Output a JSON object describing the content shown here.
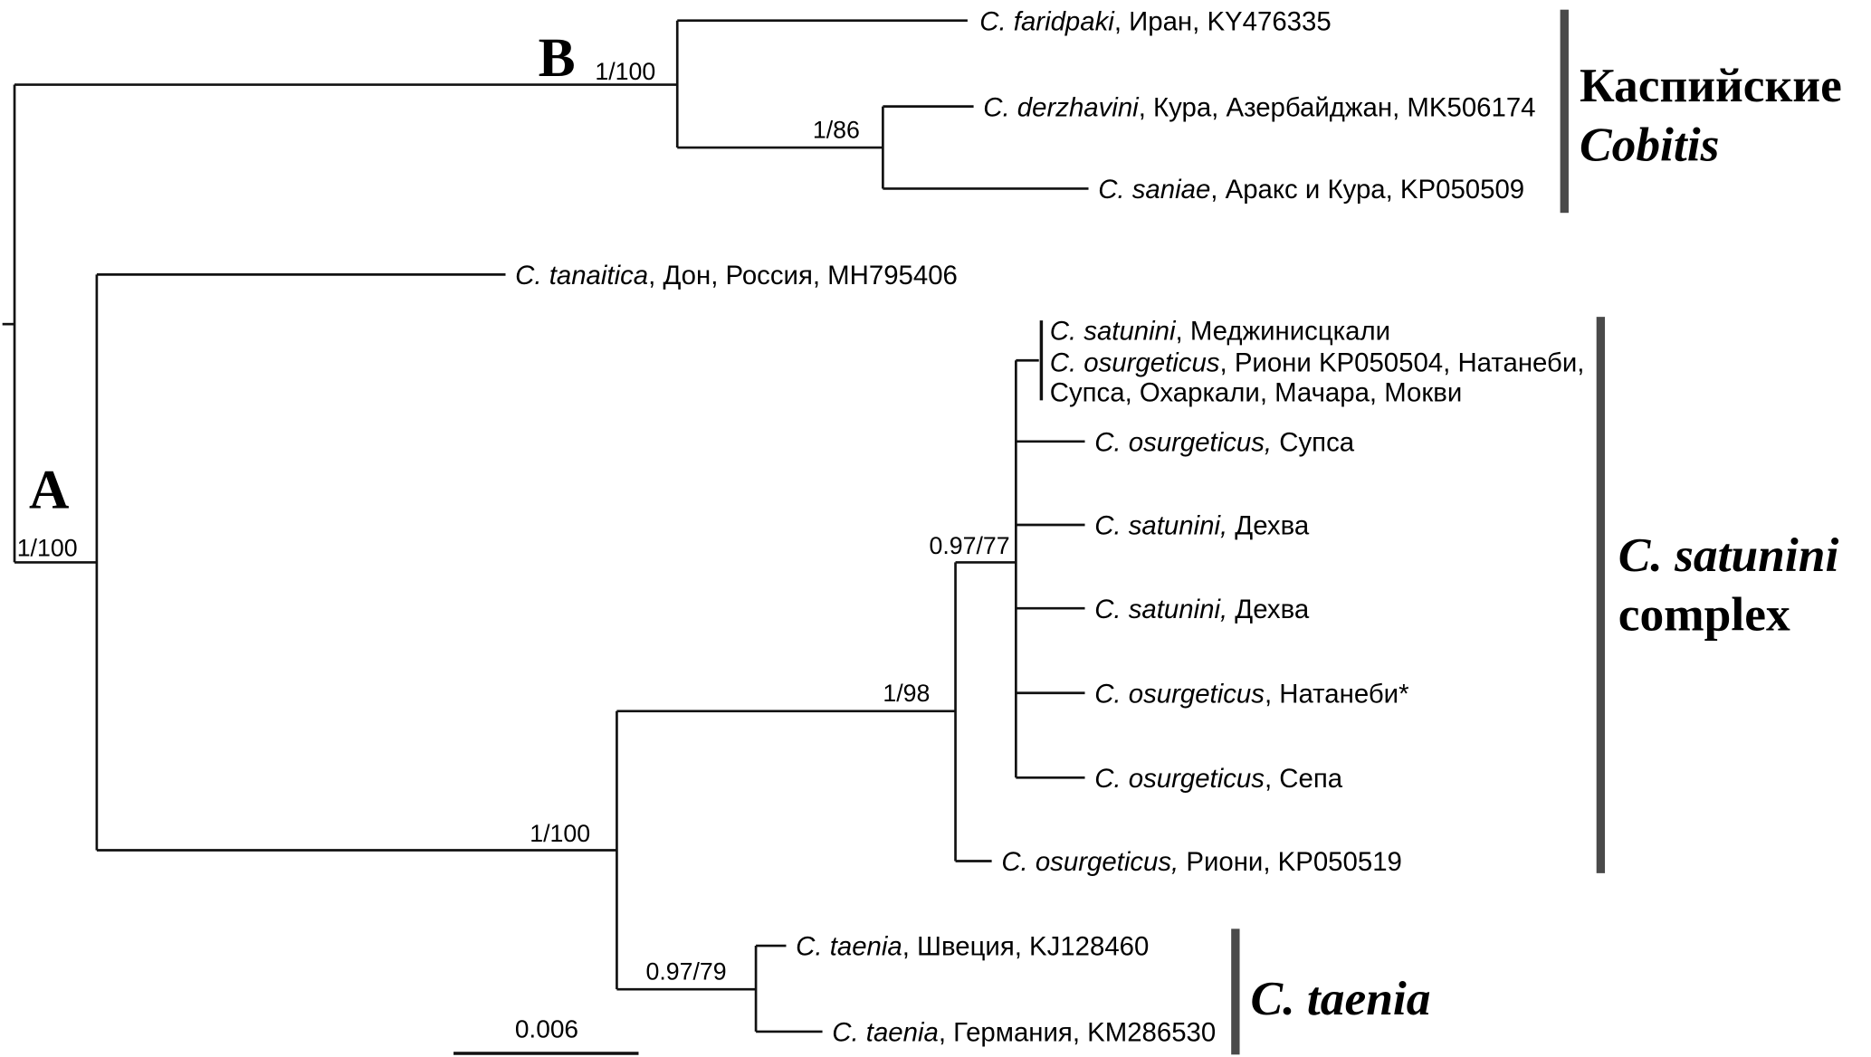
{
  "tree": {
    "clade_a_letter": "A",
    "clade_b_letter": "B",
    "supports": {
      "clade_b": "1/100",
      "b_inner": "1/86",
      "clade_a": "1/100",
      "satunini_taenia": "1/100",
      "satunini_complex": "1/98",
      "satunini_inner": "0.97/77",
      "taenia": "0.97/79"
    },
    "taxa": {
      "faridpaki": {
        "name": "C. faridpaki",
        "info": ", Иран, KY476335"
      },
      "derzhavini": {
        "name": "C. derzhavini",
        "info": ", Кура, Азербайджан, MK506174"
      },
      "saniae": {
        "name": "C. saniae",
        "info": ", Аракс и Кура, KP050509"
      },
      "tanaitica": {
        "name": "C. tanaitica",
        "info": ", Дон, Россия, MH795406"
      },
      "collapsed_line1": {
        "name": "C. satunini",
        "info": ", Меджинисцкали"
      },
      "collapsed_line2": {
        "name": "C. osurgeticus",
        "info": ", Риони KP050504, Натанеби,"
      },
      "collapsed_line3": {
        "info": "Супса, Охаркали, Мачара, Мокви"
      },
      "osurgeticus_supsa": {
        "name": "C. osurgeticus,",
        "info": " Супса"
      },
      "satunini_dekhva_1": {
        "name": "C. satunini,",
        "info": " Дехва"
      },
      "satunini_dekhva_2": {
        "name": "C. satunini,",
        "info": " Дехва"
      },
      "osurgeticus_natanebi": {
        "name": "C. osurgeticus",
        "info": ", Натанеби*"
      },
      "osurgeticus_sepa": {
        "name": "C. osurgeticus",
        "info": ", Сепа"
      },
      "osurgeticus_rioni": {
        "name": "C. osurgeticus,",
        "info": " Риони, KP050519"
      },
      "taenia_sweden": {
        "name": "C. taenia",
        "info": ", Швеция, KJ128460"
      },
      "taenia_germany": {
        "name": "C. taenia",
        "info": ", Германия, KM286530"
      }
    },
    "groups": {
      "caspian": {
        "line1": "Каспийские",
        "line2": "Cobitis"
      },
      "satunini": {
        "line1": "C. satunini",
        "line2": "complex"
      },
      "taenia": {
        "line1": "C. taenia"
      }
    },
    "scale_bar_label": "0.006",
    "colors": {
      "branch": "#111111",
      "group_bar": "#4a4a4a",
      "text": "#000000"
    }
  }
}
